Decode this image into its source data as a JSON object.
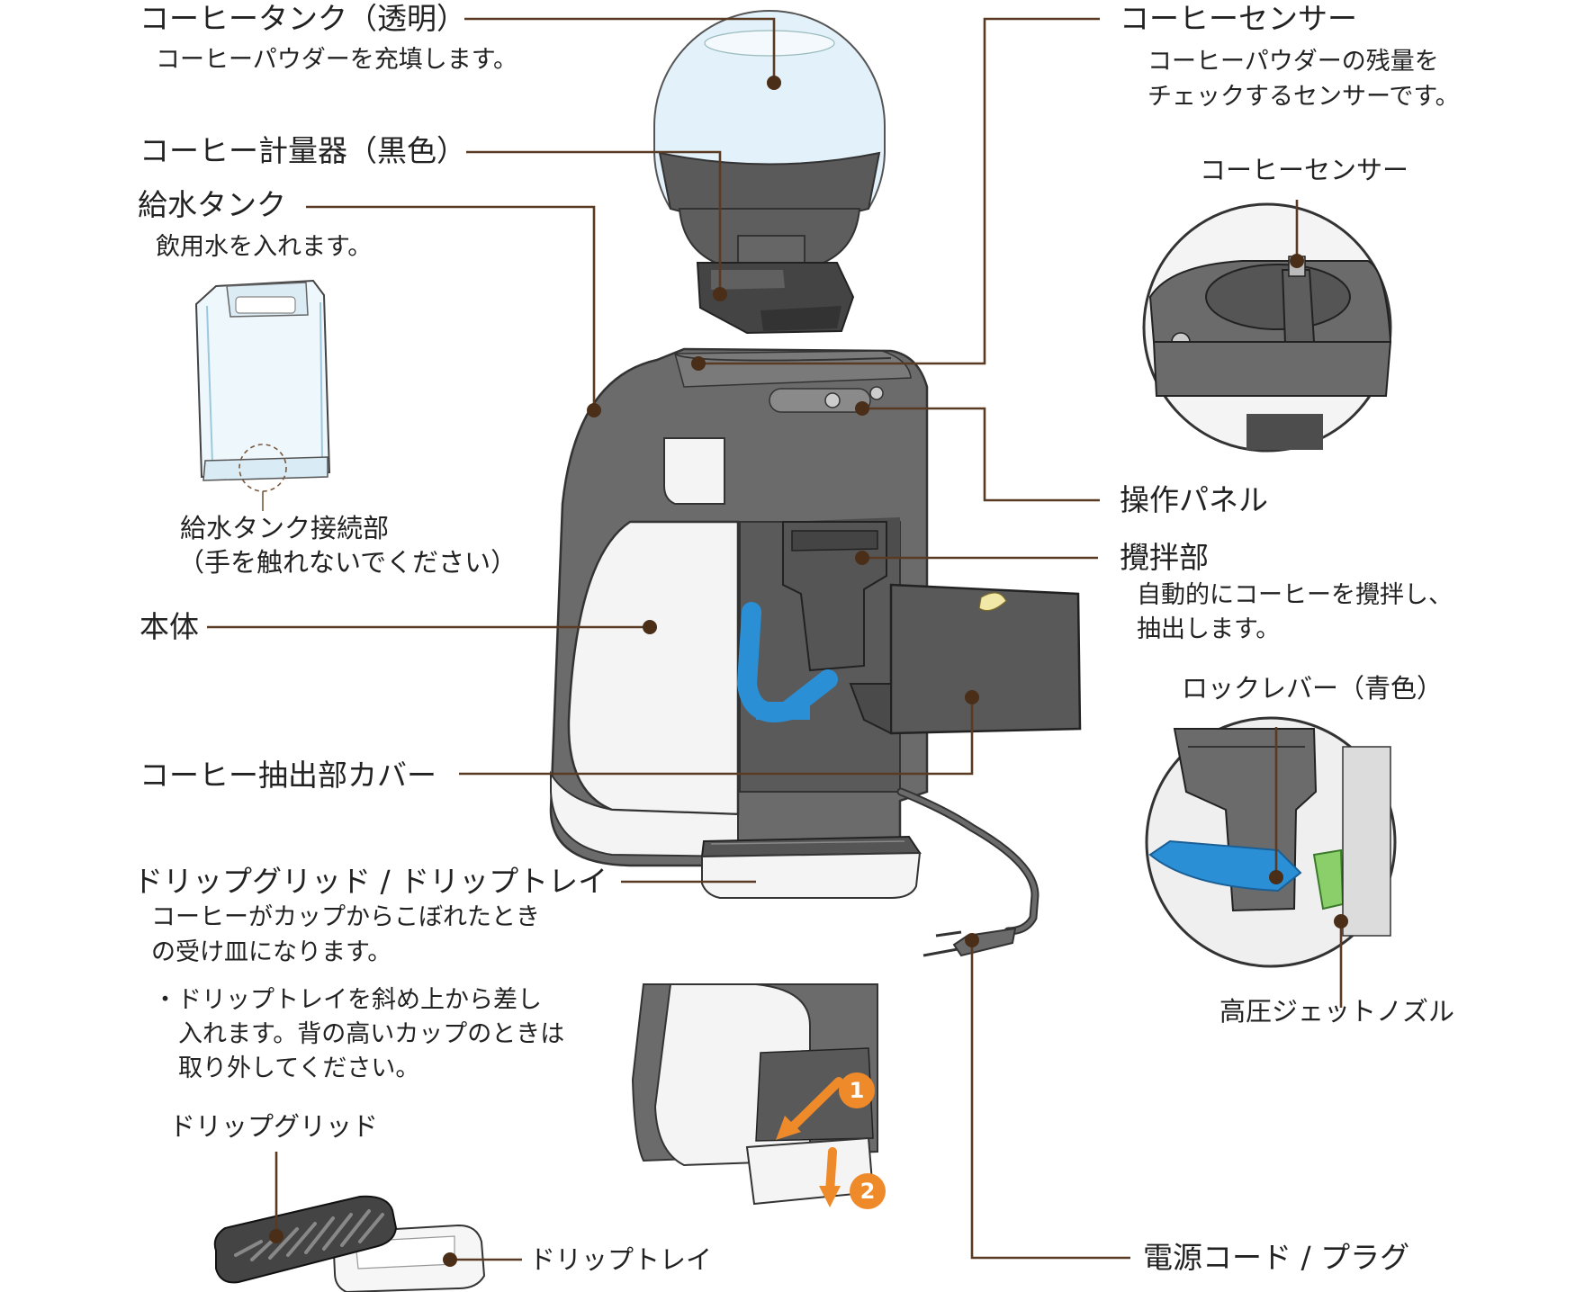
{
  "labels": {
    "coffee_tank": "コーヒータンク（透明）",
    "coffee_tank_desc": "コーヒーパウダーを充填します。",
    "coffee_meter": "コーヒー計量器（黒色）",
    "water_tank": "給水タンク",
    "water_tank_desc": "飲用水を入れます。",
    "water_tank_connector_1": "給水タンク接続部",
    "water_tank_connector_2": "（手を触れないでください）",
    "body": "本体",
    "extraction_cover": "コーヒー抽出部カバー",
    "drip": "ドリップグリッド / ドリップトレイ",
    "drip_desc_1": "コーヒーがカップからこぼれたとき",
    "drip_desc_2": "の受け皿になります。",
    "drip_note_1": "・ドリップトレイを斜め上から差し",
    "drip_note_2": "入れます。背の高いカップのときは",
    "drip_note_3": "取り外してください。",
    "drip_grid": "ドリップグリッド",
    "drip_tray": "ドリップトレイ",
    "coffee_sensor": "コーヒーセンサー",
    "coffee_sensor_desc_1": "コーヒーパウダーの残量を",
    "coffee_sensor_desc_2": "チェックするセンサーです。",
    "coffee_sensor_inset": "コーヒーセンサー",
    "control_panel": "操作パネル",
    "stirring": "攪拌部",
    "stirring_desc_1": "自動的にコーヒーを攪拌し、",
    "stirring_desc_2": "抽出します。",
    "lock_lever": "ロックレバー（青色）",
    "jet_nozzle": "高圧ジェットノズル",
    "power_cord": "電源コード / プラグ",
    "step1": "1",
    "step2": "2"
  },
  "colors": {
    "leader": "#5a3a22",
    "body_gray": "#6b6b6b",
    "body_white": "#f4f4f4",
    "tank_blue": "#dbeef8",
    "lever_blue": "#2b8fd6",
    "nozzle_green": "#8bcf6a",
    "arrow_orange": "#ee8a2a",
    "bean_yellow": "#f1e7a6"
  }
}
